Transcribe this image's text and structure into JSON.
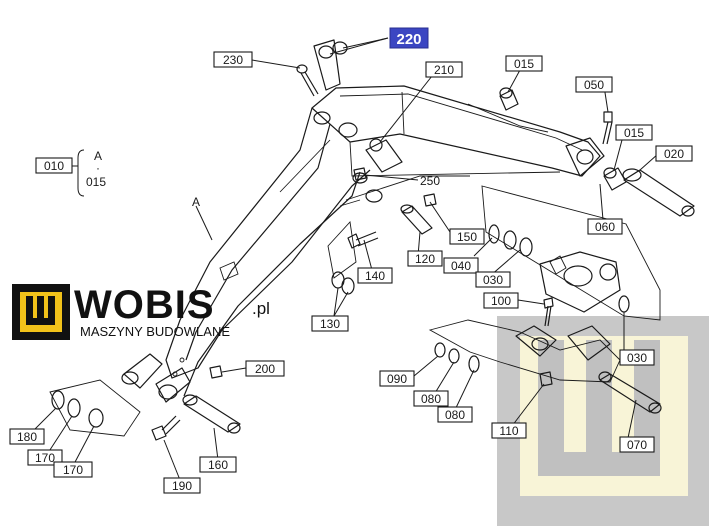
{
  "logo": {
    "brand": "WOBIS",
    "tld": ".pl",
    "tagline": "MASZYNY BUDOWLANE",
    "icon": "wobis-w-icon",
    "colors": {
      "yellow": "#f2c21a",
      "black": "#111111"
    }
  },
  "callouts": {
    "c220": "220",
    "c230": "230",
    "c210": "210",
    "c015a": "015",
    "c050": "050",
    "c015b": "015",
    "c020": "020",
    "c010": "010",
    "c250": "250",
    "c060": "060",
    "c150": "150",
    "c120": "120",
    "c040": "040",
    "c030a": "030",
    "c140": "140",
    "c100": "100",
    "c130": "130",
    "c200": "200",
    "c030b": "030",
    "c090": "090",
    "c080a": "080",
    "c080b": "080",
    "c110": "110",
    "c070": "070",
    "c180": "180",
    "c170a": "170",
    "c170b": "170",
    "c160": "160",
    "c190": "190"
  },
  "bracket": {
    "top": "A",
    "bottom": "015"
  },
  "labels": {
    "arm": "A"
  },
  "colors": {
    "highlight": "#3b46c2",
    "ink": "#1a1a1a",
    "watermark_grey": "#b8b8b8",
    "watermark_cream": "#f5efc8"
  }
}
